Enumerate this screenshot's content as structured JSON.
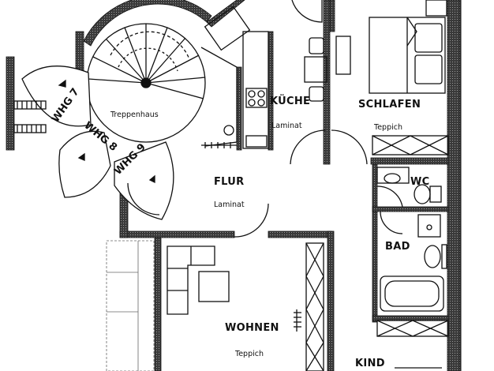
{
  "rooms": {
    "treppenhaus": {
      "name": "Treppenhaus"
    },
    "kueche": {
      "name": "KÜCHE",
      "floor": "Laminat"
    },
    "schlafen": {
      "name": "SCHLAFEN",
      "floor": "Teppich"
    },
    "flur": {
      "name": "FLUR",
      "floor": "Laminat"
    },
    "wc": {
      "name": "WC"
    },
    "bad": {
      "name": "BAD"
    },
    "wohnen": {
      "name": "WOHNEN",
      "floor": "Teppich"
    },
    "kind": {
      "name": "KIND"
    }
  },
  "units": {
    "whg7": "WHG 7",
    "whg8": "WHG 8",
    "whg9": "WHG 9"
  },
  "colors": {
    "ink": "#111111",
    "paper": "#ffffff",
    "wall_fill": "#4a4a4a"
  }
}
